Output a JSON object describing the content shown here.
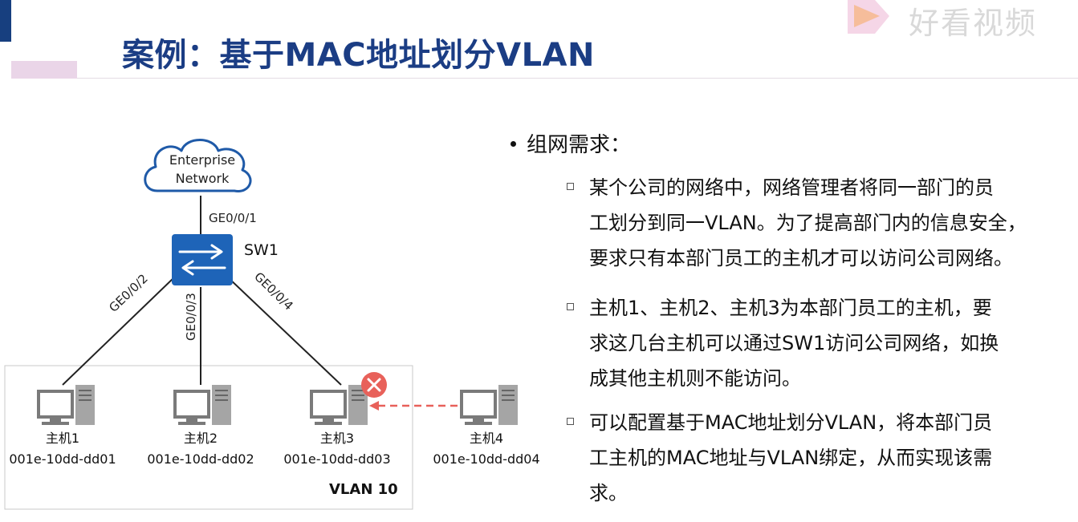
{
  "header": {
    "title": "案例：基于MAC地址划分VLAN"
  },
  "watermark": {
    "text": "好看视频",
    "logo_icon": "haokan-video-logo-icon"
  },
  "diagram": {
    "cloud_label_line1": "Enterprise",
    "cloud_label_line2": "Network",
    "switch_label": "SW1",
    "uplink_port": "GE0/0/1",
    "ports": [
      "GE0/0/2",
      "GE0/0/3",
      "GE0/0/4"
    ],
    "vlan_label": "VLAN 10",
    "hosts": [
      {
        "name": "主机1",
        "mac": "001e-10dd-dd01"
      },
      {
        "name": "主机2",
        "mac": "001e-10dd-dd02"
      },
      {
        "name": "主机3",
        "mac": "001e-10dd-dd03"
      },
      {
        "name": "主机4",
        "mac": "001e-10dd-dd04"
      }
    ],
    "colors": {
      "switch": "#1e64b8",
      "deny": "#e8615a",
      "link": "#222222",
      "vlan_box": "#c8c8c8"
    }
  },
  "requirements": {
    "heading": "组网需求：",
    "items": [
      {
        "lines": [
          "某个公司的网络中，网络管理者将同一部门的员",
          "工划分到同一VLAN。为了提高部门内的信息安全，",
          "要求只有本部门员工的主机才可以访问公司网络。"
        ]
      },
      {
        "lines": [
          "主机1、主机2、主机3为本部门员工的主机，要",
          "求这几台主机可以通过SW1访问公司网络，如换",
          "成其他主机则不能访问。"
        ]
      },
      {
        "lines": [
          "可以配置基于MAC地址划分VLAN，将本部门员",
          "工主机的MAC地址与VLAN绑定，从而实现该需",
          "求。"
        ]
      }
    ]
  }
}
